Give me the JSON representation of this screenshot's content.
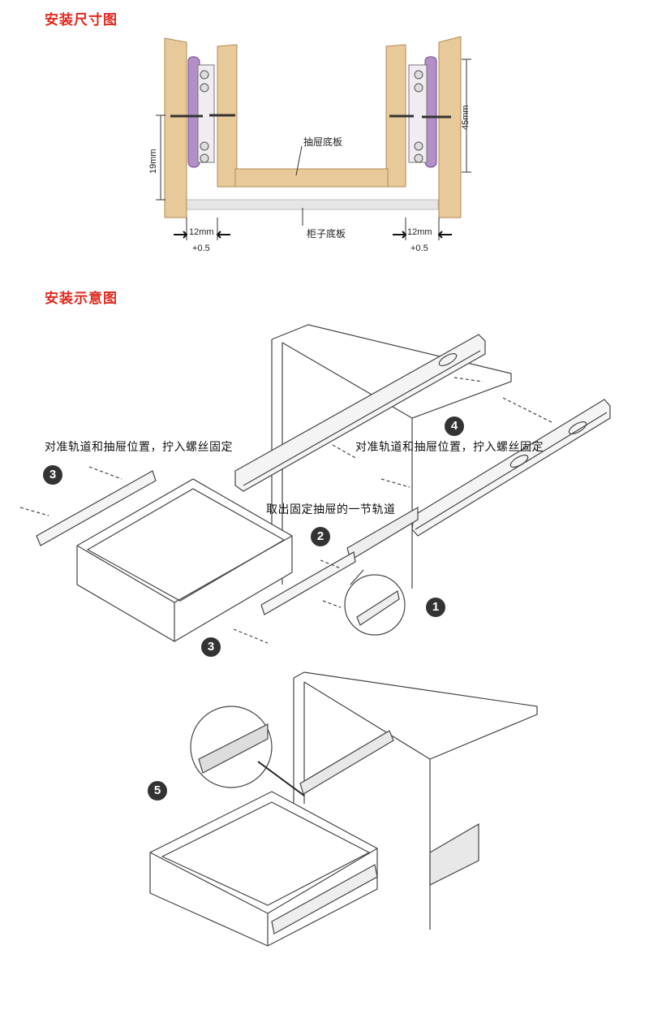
{
  "colors": {
    "title_red": "#e0281e",
    "wood": "#e8c99a",
    "wood_edge": "#b08a55",
    "rail_purple": "#b28fc7",
    "line": "#333333"
  },
  "section1": {
    "title": "安装尺寸图",
    "dim_vertical_left": "19mm",
    "dim_vertical_right": "45mm",
    "label_drawer_bottom": "抽屉底板",
    "label_cabinet_bottom": "柜子底板",
    "dim_left_gap": "12mm",
    "dim_left_tol": "+0.5",
    "dim_right_gap": "12mm",
    "dim_right_tol": "+0.5"
  },
  "section2": {
    "title": "安装示意图",
    "note_left": "对准轨道和抽屉位置，拧入螺丝固定",
    "note_right": "对准轨道和抽屉位置，拧入螺丝固定",
    "note_take_out": "取出固定抽屉的一节轨道",
    "step_1": "1",
    "step_2": "2",
    "step_3a": "3",
    "step_3b": "3",
    "step_4": "4",
    "step_5": "5"
  }
}
